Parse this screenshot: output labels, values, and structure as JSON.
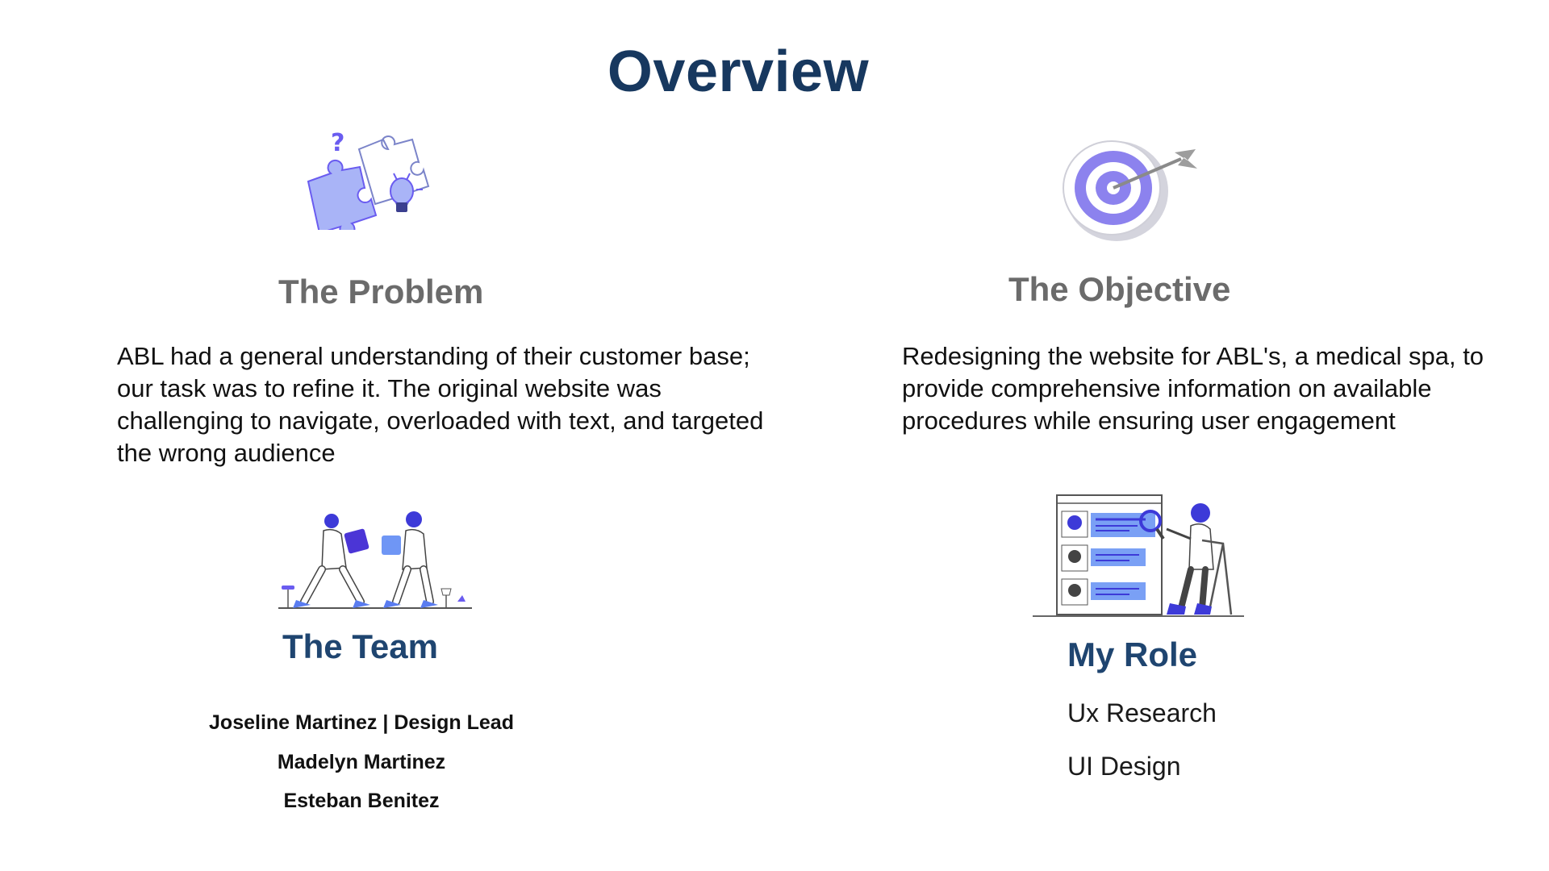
{
  "page": {
    "title": "Overview"
  },
  "problem": {
    "heading": "The Problem",
    "icon": "puzzle-lightbulb-icon",
    "text": "ABL had a general understanding of their customer base; our task was to refine it. The original website was challenging to navigate, overloaded with text, and targeted the wrong audience"
  },
  "objective": {
    "heading": "The Objective",
    "icon": "target-dart-icon",
    "text": "Redesigning the website for ABL's, a medical spa, to provide comprehensive information on available procedures while ensuring user engagement"
  },
  "team": {
    "heading": "The Team",
    "icon": "team-puzzle-illustration",
    "members": [
      "Joseline Martinez | Design Lead",
      "Madelyn Martinez",
      "Esteban Benitez"
    ]
  },
  "role": {
    "heading": "My Role",
    "icon": "research-illustration",
    "items": [
      "Ux Research",
      "UI Design"
    ]
  },
  "colors": {
    "title": "#17385f",
    "accent": "#6a5cf0",
    "light_accent": "#a9b4f7"
  }
}
